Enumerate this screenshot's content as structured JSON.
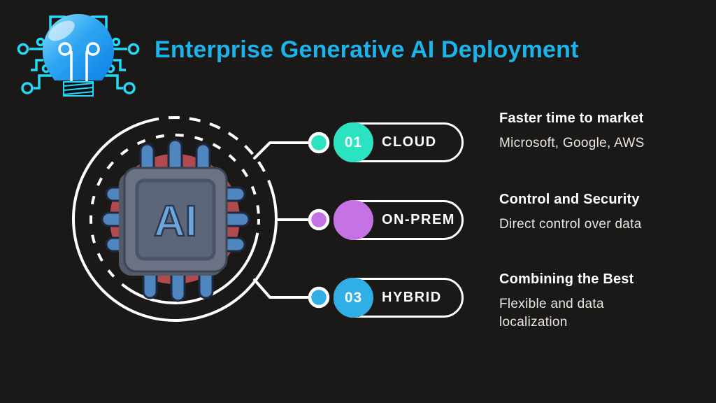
{
  "header": {
    "title": "Enterprise Generative AI Deployment",
    "accent_color": "#1cb2ea",
    "logo_icon": "lightbulb-circuit-icon"
  },
  "colors": {
    "background": "#1b1918",
    "hub_red": "#b04a4e",
    "circuit_cyan": "#25d9f6",
    "line_white": "#ffffff"
  },
  "diagram": {
    "chip_label": "AI"
  },
  "items": [
    {
      "number": "01",
      "label": "CLOUD",
      "color": "#2be3c1",
      "heading": "Faster time to market",
      "description": "Microsoft, Google, AWS"
    },
    {
      "number": "",
      "label": "ON-PREM",
      "color": "#c472e4",
      "heading": "Control and Security",
      "description": "Direct control over data"
    },
    {
      "number": "03",
      "label": "HYBRID",
      "color": "#2fafe6",
      "heading": "Combining the Best",
      "description": "Flexible and data localization"
    }
  ]
}
